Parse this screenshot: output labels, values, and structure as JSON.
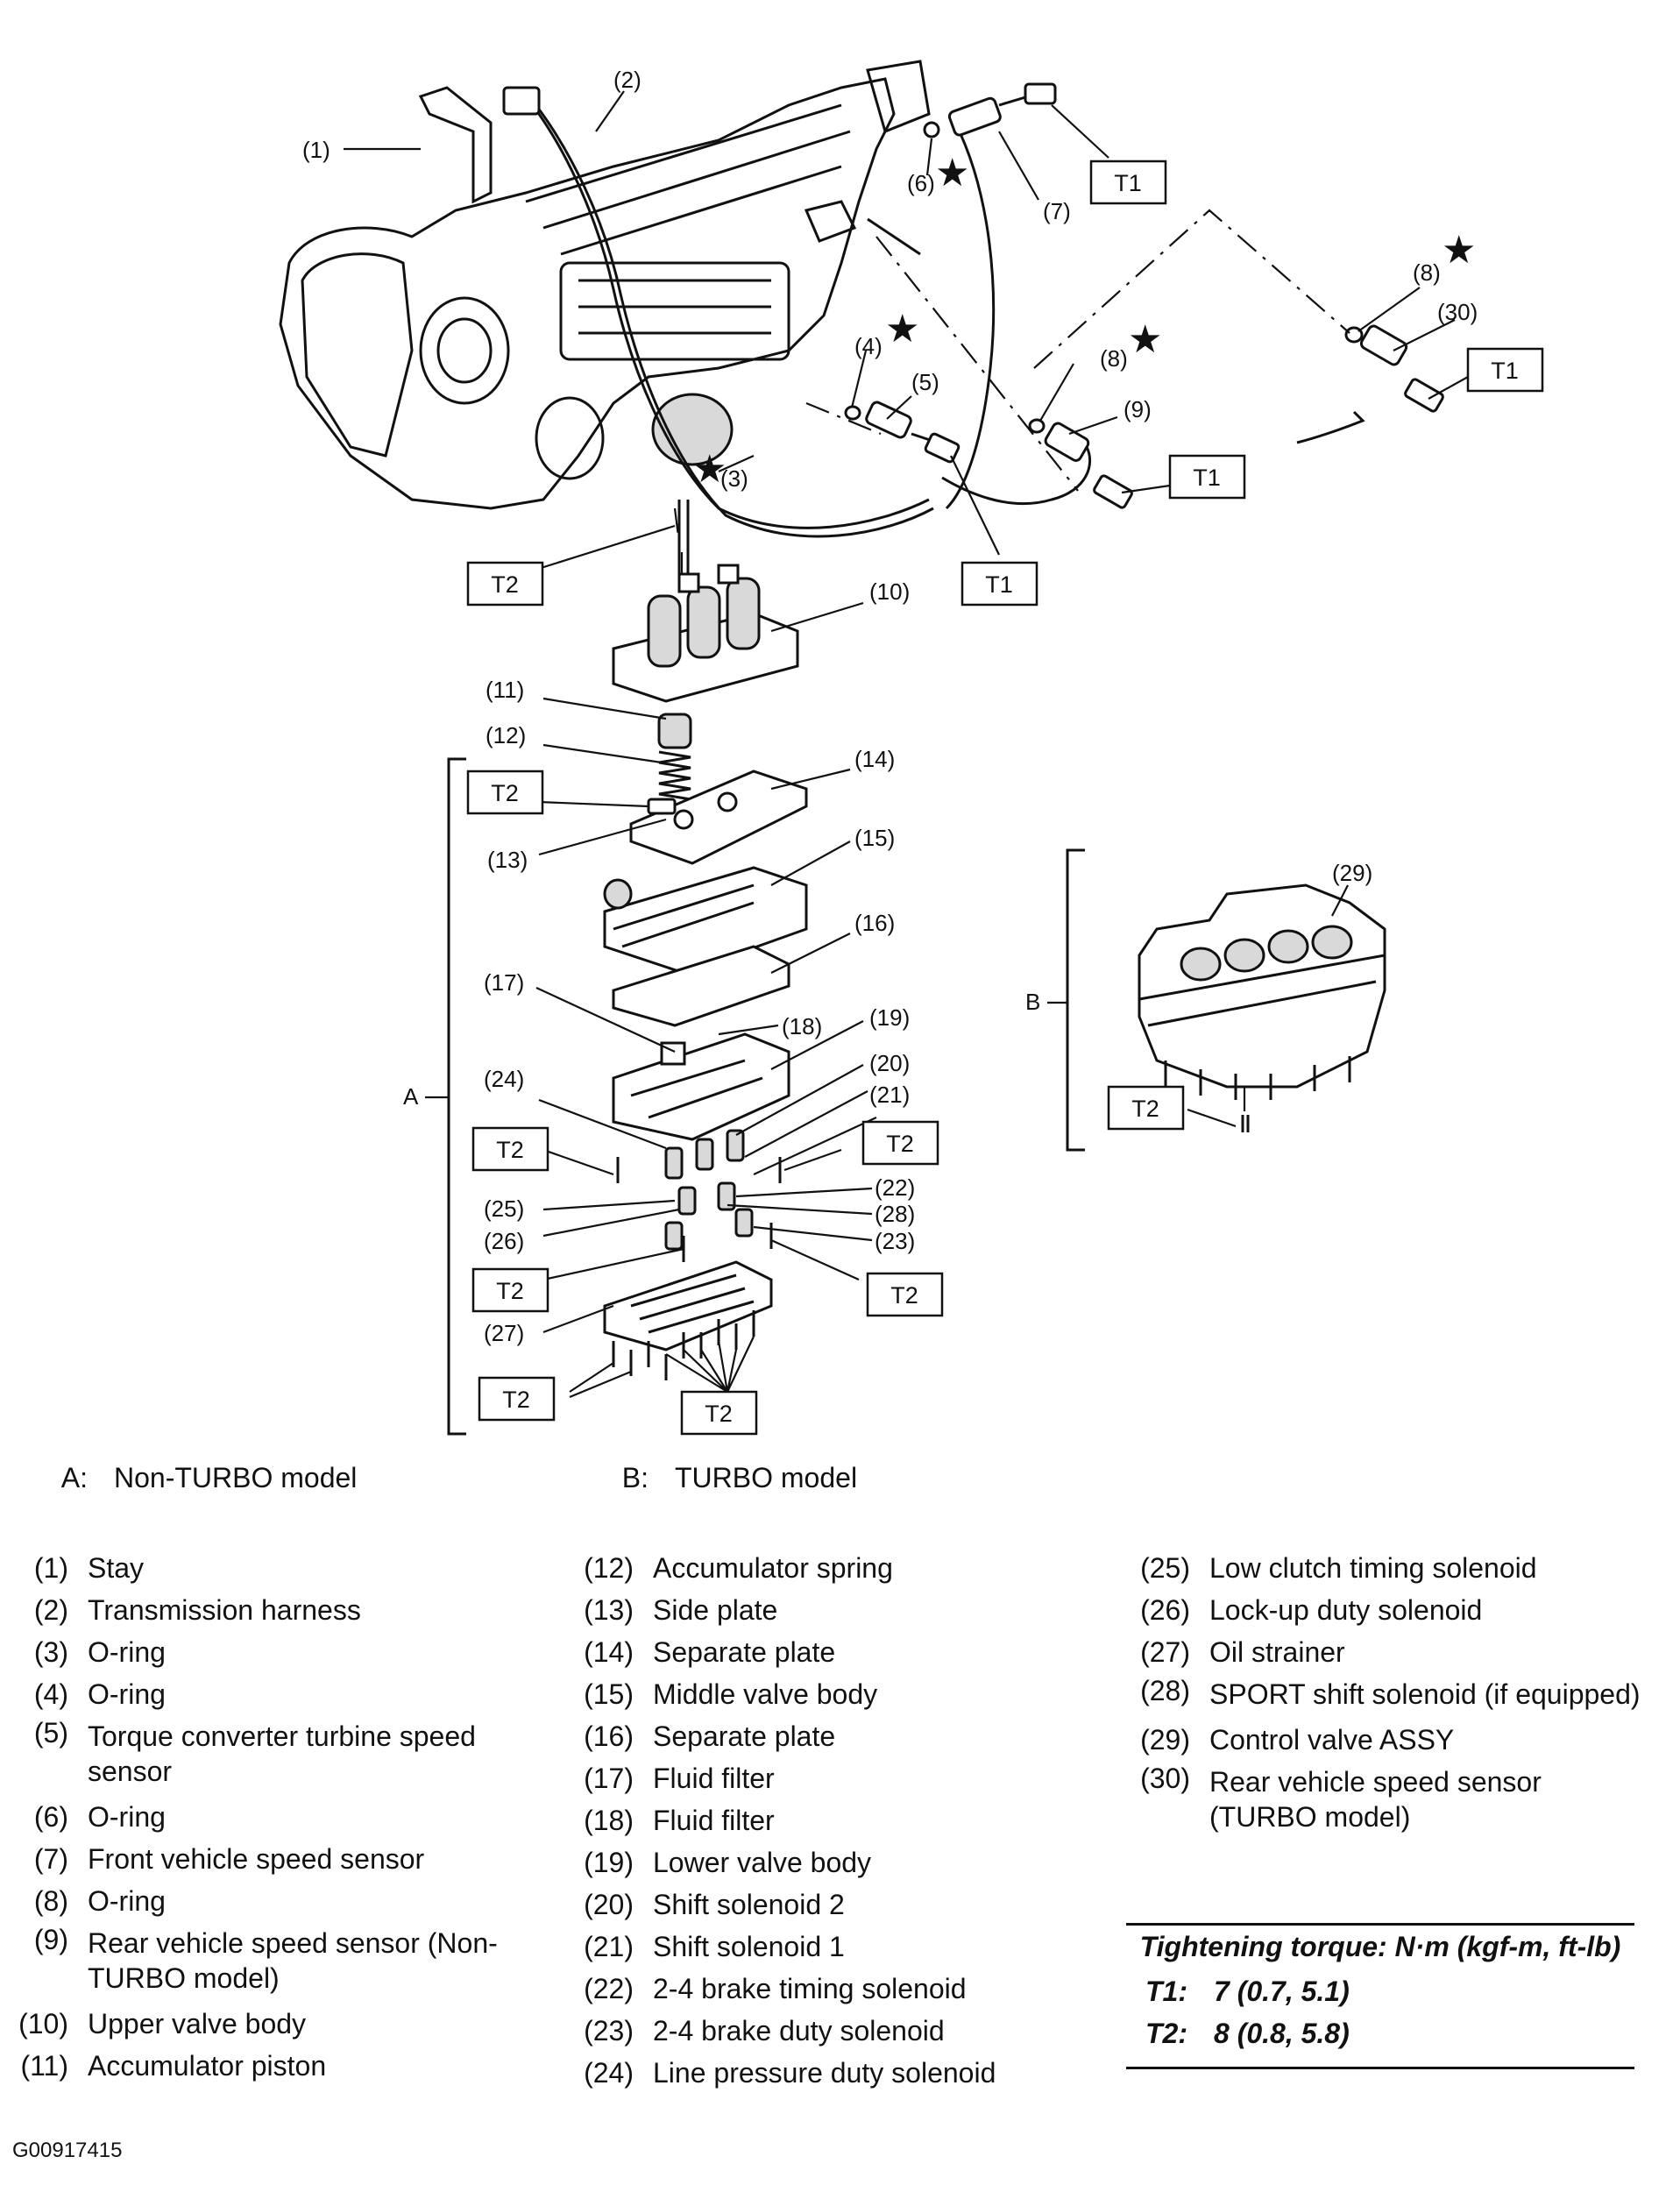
{
  "diagram": {
    "callouts": [
      "(1)",
      "(2)",
      "(3)",
      "(4)",
      "(5)",
      "(6)",
      "(7)",
      "(8)",
      "(8)",
      "(9)",
      "(10)",
      "(11)",
      "(12)",
      "(13)",
      "(14)",
      "(15)",
      "(16)",
      "(17)",
      "(18)",
      "(19)",
      "(20)",
      "(21)",
      "(22)",
      "(23)",
      "(24)",
      "(25)",
      "(26)",
      "(27)",
      "(28)",
      "(29)",
      "(30)"
    ],
    "torque_tags": [
      "T1",
      "T1",
      "T1",
      "T1",
      "T2",
      "T2",
      "T2",
      "T2",
      "T2",
      "T2",
      "T2",
      "T2",
      "T2"
    ],
    "group_labels": {
      "a": "A",
      "b": "B"
    },
    "star": "★"
  },
  "models": {
    "a_key": "A:",
    "a_text": "Non-TURBO model",
    "b_key": "B:",
    "b_text": "TURBO model"
  },
  "legend": [
    {
      "num": "(1)",
      "text": "Stay"
    },
    {
      "num": "(2)",
      "text": "Transmission harness"
    },
    {
      "num": "(3)",
      "text": "O-ring"
    },
    {
      "num": "(4)",
      "text": "O-ring"
    },
    {
      "num": "(5)",
      "text": "Torque converter turbine speed sensor"
    },
    {
      "num": "(6)",
      "text": "O-ring"
    },
    {
      "num": "(7)",
      "text": "Front vehicle speed sensor"
    },
    {
      "num": "(8)",
      "text": "O-ring"
    },
    {
      "num": "(9)",
      "text": "Rear vehicle speed sensor (Non-TURBO model)"
    },
    {
      "num": "(10)",
      "text": "Upper valve body"
    },
    {
      "num": "(11)",
      "text": "Accumulator piston"
    },
    {
      "num": "(12)",
      "text": "Accumulator spring"
    },
    {
      "num": "(13)",
      "text": "Side plate"
    },
    {
      "num": "(14)",
      "text": "Separate plate"
    },
    {
      "num": "(15)",
      "text": "Middle valve body"
    },
    {
      "num": "(16)",
      "text": "Separate plate"
    },
    {
      "num": "(17)",
      "text": "Fluid filter"
    },
    {
      "num": "(18)",
      "text": "Fluid filter"
    },
    {
      "num": "(19)",
      "text": "Lower valve body"
    },
    {
      "num": "(20)",
      "text": "Shift solenoid 2"
    },
    {
      "num": "(21)",
      "text": "Shift solenoid 1"
    },
    {
      "num": "(22)",
      "text": "2-4 brake timing solenoid"
    },
    {
      "num": "(23)",
      "text": "2-4 brake duty solenoid"
    },
    {
      "num": "(24)",
      "text": "Line pressure duty solenoid"
    },
    {
      "num": "(25)",
      "text": "Low clutch timing solenoid"
    },
    {
      "num": "(26)",
      "text": "Lock-up duty solenoid"
    },
    {
      "num": "(27)",
      "text": "Oil strainer"
    },
    {
      "num": "(28)",
      "text": "SPORT shift solenoid (if equipped)"
    },
    {
      "num": "(29)",
      "text": "Control valve ASSY"
    },
    {
      "num": "(30)",
      "text": "Rear vehicle speed sensor (TURBO model)"
    }
  ],
  "torque": {
    "header": "Tightening torque: N·m (kgf-m, ft-lb)",
    "rows": [
      {
        "key": "T1:",
        "value": "7 (0.7, 5.1)"
      },
      {
        "key": "T2:",
        "value": "8 (0.8, 5.8)"
      }
    ]
  },
  "figure_id": "G00917415"
}
